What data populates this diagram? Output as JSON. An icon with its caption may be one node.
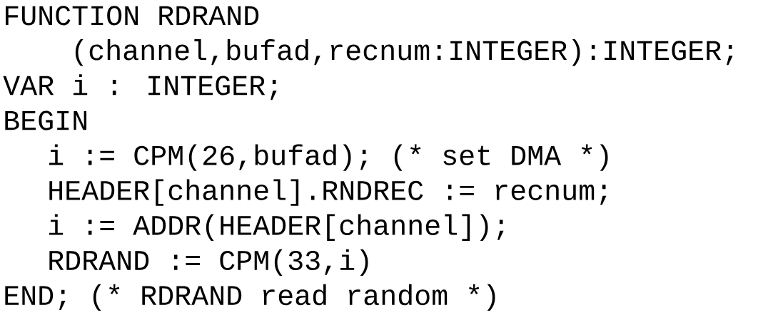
{
  "diagram": {
    "labels": [
      "FUNCTION RDRAND",
      "(channel,bufad,recnum:INTEGER):INTEGER;",
      "VAR i : INTEGER;",
      "BEGIN",
      "i := CPM(26,bufad); (* set DMA *)",
      "HEADER[channel].RNDREC := recnum;",
      "i := ADDR(HEADER[channel]);",
      "RDRAND := CPM(33,i)",
      "END; (* RDRAND read random *)"
    ]
  }
}
